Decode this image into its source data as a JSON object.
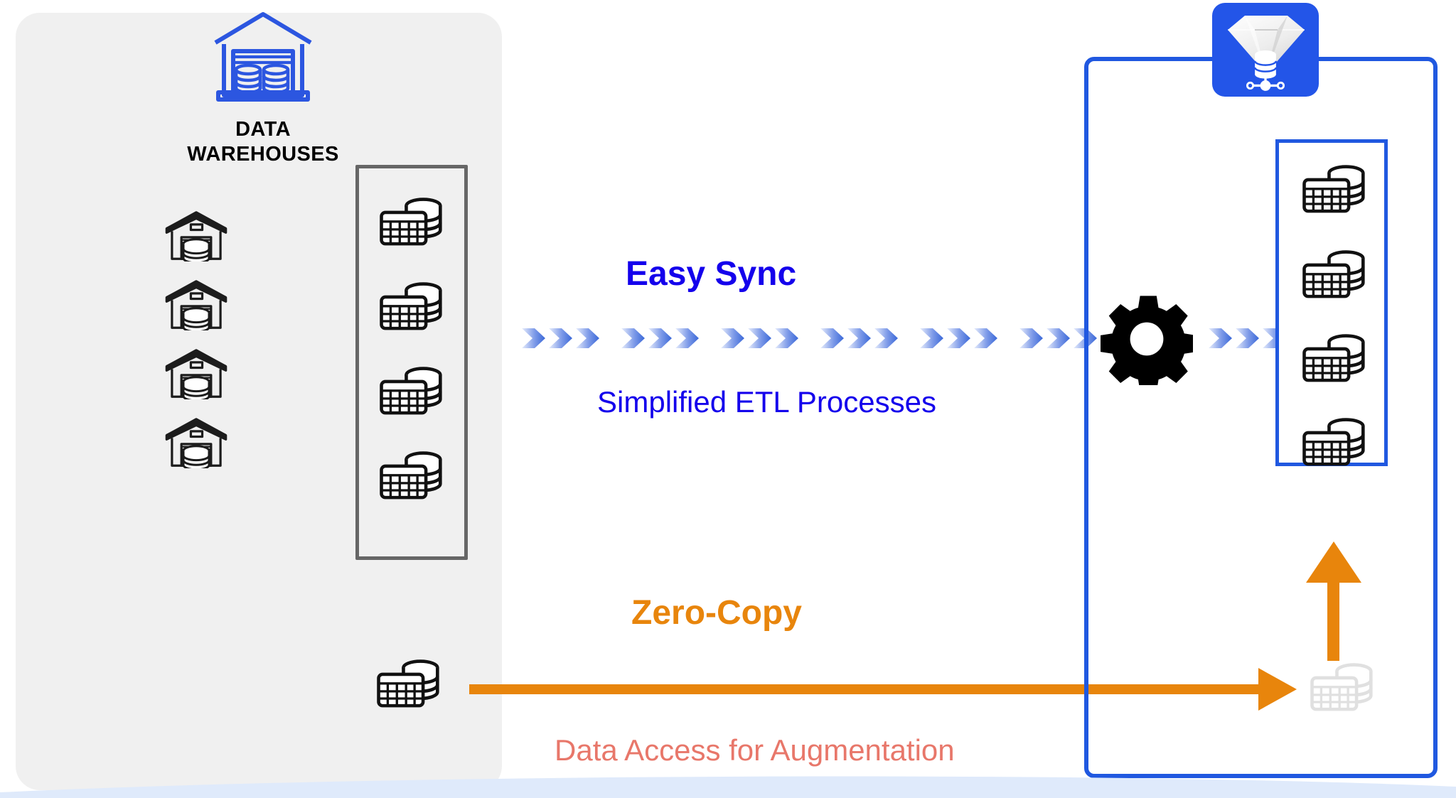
{
  "diagram": {
    "title": "Easy Sync and Zero-Copy data flow",
    "colors": {
      "panel_bg": "#f0f0f0",
      "brand_blue": "#2058e0",
      "logo_blue": "#2355e8",
      "text_blue": "#1400ec",
      "orange": "#e8850c",
      "salmon": "#e8776a",
      "grey_border": "#666666",
      "ghost_grey": "#e0e0e0",
      "chevron_light": "#dfe7fb",
      "chevron_dark": "#3a68d8"
    }
  },
  "left_panel": {
    "header_icon": "data-warehouse-icon",
    "label_line1": "DATA",
    "label_line2": "WAREHOUSES",
    "warehouse_icons": [
      "warehouse-database-icon",
      "warehouse-database-icon",
      "warehouse-database-icon",
      "warehouse-database-icon"
    ],
    "table_box": {
      "border_color": "#666666",
      "items": [
        "table-database-icon",
        "table-database-icon",
        "table-database-icon",
        "table-database-icon"
      ]
    },
    "lone_table_icon": "table-database-icon"
  },
  "flows": {
    "easy_sync": {
      "title": "Easy Sync",
      "subtitle": "Simplified ETL Processes",
      "connector": "chevron-arrow-track",
      "chevron_groups": 6,
      "chevrons_per_group": 3,
      "trailing_groups": 1,
      "processor_icon": "gear-icon"
    },
    "zero_copy": {
      "title": "Zero-Copy",
      "subtitle": "Data Access for Augmentation",
      "connector": "solid-arrow",
      "vertical_connector": "up-arrow"
    }
  },
  "right_panel": {
    "logo": {
      "badge_icon": "diamond-database-logo",
      "gem": "diamond-icon",
      "node": "database-network-icon"
    },
    "table_box": {
      "border_color": "#2058e0",
      "items": [
        "table-database-icon",
        "table-database-icon",
        "table-database-icon",
        "table-database-icon"
      ]
    },
    "ghost_table_icon": "table-database-ghost-icon"
  }
}
